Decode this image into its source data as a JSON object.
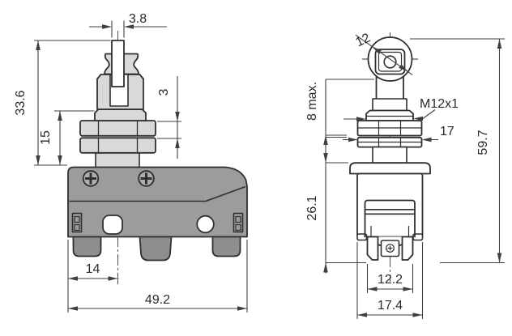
{
  "drawing": {
    "type": "technical-dimension-drawing",
    "subject": "plunger limit micro switch, two views",
    "colors": {
      "background": "#ffffff",
      "outline": "#2f2f2f",
      "dimension_line": "#3f3f3f",
      "body_gray": "#9c9c9c",
      "terminal_gray": "#8e8e8e",
      "part_light_gray": "#d9d9d9",
      "screw_gray": "#adadad",
      "white_part": "#ffffff"
    },
    "left_view": {
      "description": "front view, gray-filled switch body with top plunger",
      "dimensions": {
        "pin_width": "3.8",
        "overall_plunger_height": "33.6",
        "bushing_height": "15",
        "nut_spacing": "3",
        "hole_offset": "14",
        "body_width": "49.2"
      }
    },
    "right_view": {
      "description": "side view, roller plunger version, outline only",
      "dimensions": {
        "roller_diameter": "12",
        "max_travel": "8 max.",
        "thread_spec": "M12x1",
        "nut_across_flats": "17",
        "overall_height": "59.7",
        "body_height": "26.1",
        "terminal_width": "12.2",
        "body_depth": "17.4"
      }
    }
  }
}
